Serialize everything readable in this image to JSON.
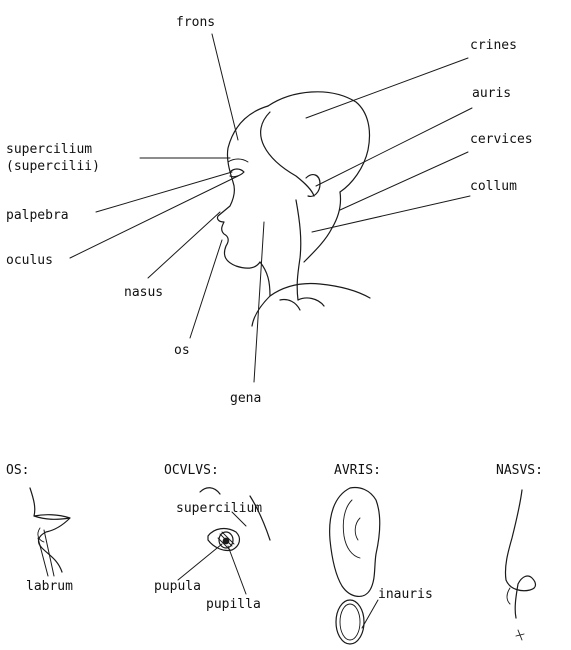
{
  "main_diagram": {
    "labels": {
      "frons": "frons",
      "crines": "crines",
      "auris": "auris",
      "supercilium": "supercilium",
      "supercilii": "(supercilii)",
      "cervices": "cervices",
      "collum": "collum",
      "palpebra": "palpebra",
      "oculus": "oculus",
      "nasus": "nasus",
      "os": "os",
      "gena": "gena"
    }
  },
  "details": {
    "os": {
      "title": "OS:",
      "labrum": "labrum"
    },
    "oculus": {
      "title": "OCVLVS:",
      "supercilium": "supercilium",
      "pupula": "pupula",
      "pupilla": "pupilla"
    },
    "auris": {
      "title": "AVRIS:",
      "inauris": "inauris"
    },
    "nasus": {
      "title": "NASVS:"
    }
  }
}
